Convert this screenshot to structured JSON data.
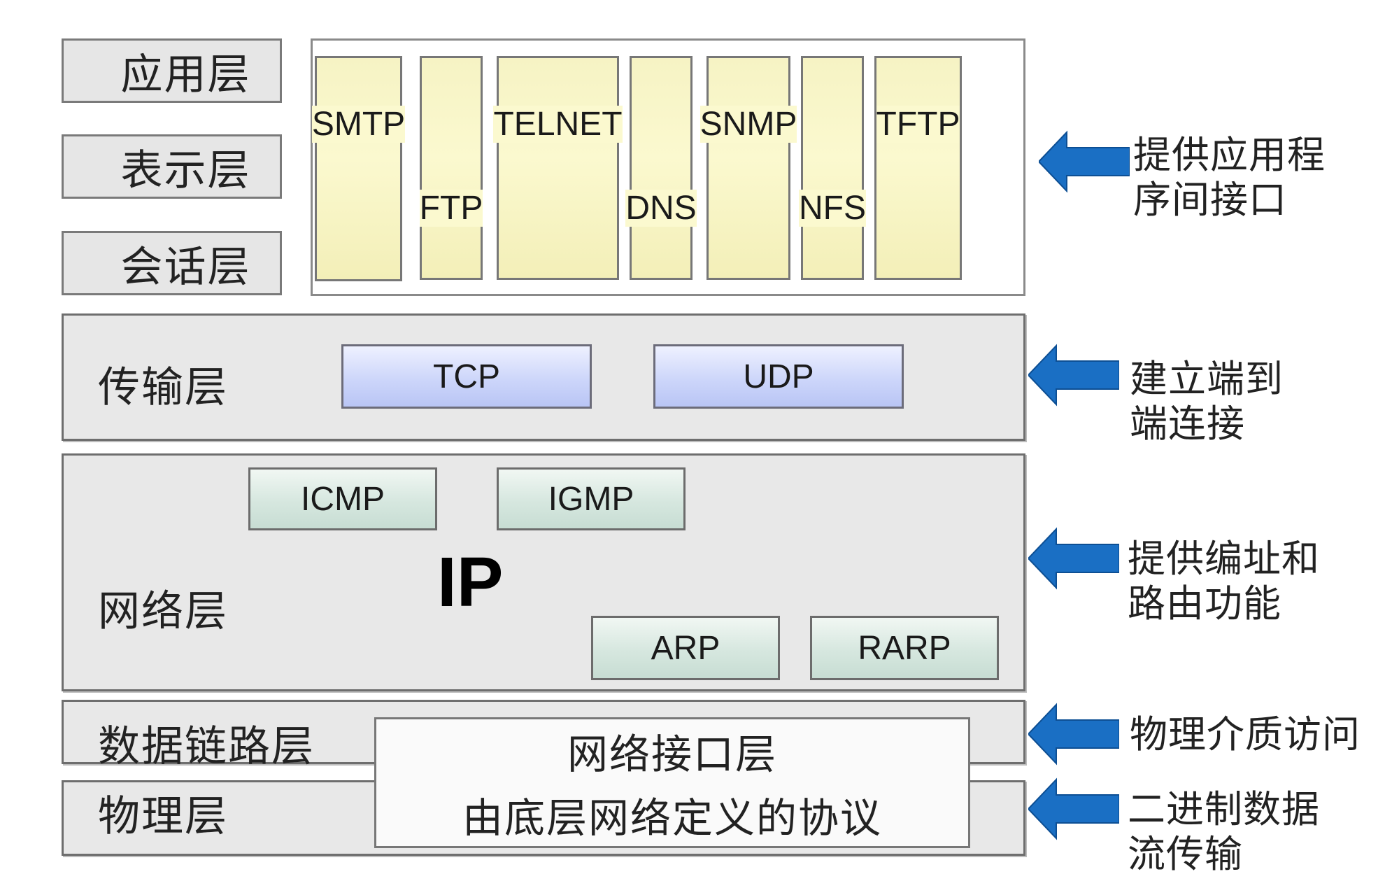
{
  "osi_left": {
    "application": "应用层",
    "presentation": "表示层",
    "session": "会话层"
  },
  "app_protocols": [
    "SMTP",
    "FTP",
    "TELNET",
    "DNS",
    "SNMP",
    "NFS",
    "TFTP"
  ],
  "transport": {
    "label": "传输层",
    "protocols": [
      "TCP",
      "UDP"
    ]
  },
  "network": {
    "label": "网络层",
    "ip": "IP",
    "protocols": [
      "ICMP",
      "IGMP",
      "ARP",
      "RARP"
    ]
  },
  "datalink": {
    "label": "数据链路层"
  },
  "physical": {
    "label": "物理层"
  },
  "network_interface": {
    "title": "网络接口层",
    "subtitle": "由底层网络定义的协议"
  },
  "notes": {
    "application": [
      "提供应用程",
      "序间接口"
    ],
    "transport": [
      "建立端到",
      "端连接"
    ],
    "network": [
      "提供编址和",
      "路由功能"
    ],
    "datalink": [
      "物理介质访问"
    ],
    "physical": [
      "二进制数据",
      "流传输"
    ]
  },
  "colors": {
    "arrow": "#1a6fc4",
    "app_protocol_fill": "#fbf9cf",
    "transport_protocol_fill": "#cdd6fa",
    "network_protocol_fill": "#d6e7df",
    "layer_fill": "#e8e8e8"
  }
}
